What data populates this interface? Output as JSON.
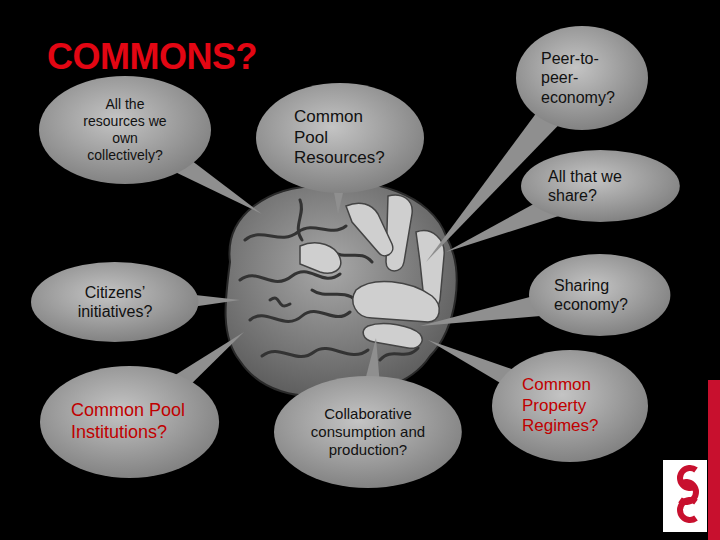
{
  "diagram": {
    "title": "COMMONS?",
    "nodes": [
      {
        "text": [
          "All the resources we own collectively?"
        ]
      },
      {
        "text": [
          "Common Pool Resources?"
        ]
      },
      {
        "text": [
          "Peer-to-peer-economy?"
        ]
      },
      {
        "text": [
          "All that we share?"
        ]
      },
      {
        "text": [
          "Citizens’ initiatives?"
        ]
      },
      {
        "text": [
          "Sharing economy?"
        ]
      },
      {
        "text": [
          "Common Pool Institutions?"
        ]
      },
      {
        "text": [
          "Collaborative consumption and production?"
        ]
      },
      {
        "text": [
          "Common Property Regimes?"
        ]
      }
    ]
  }
}
